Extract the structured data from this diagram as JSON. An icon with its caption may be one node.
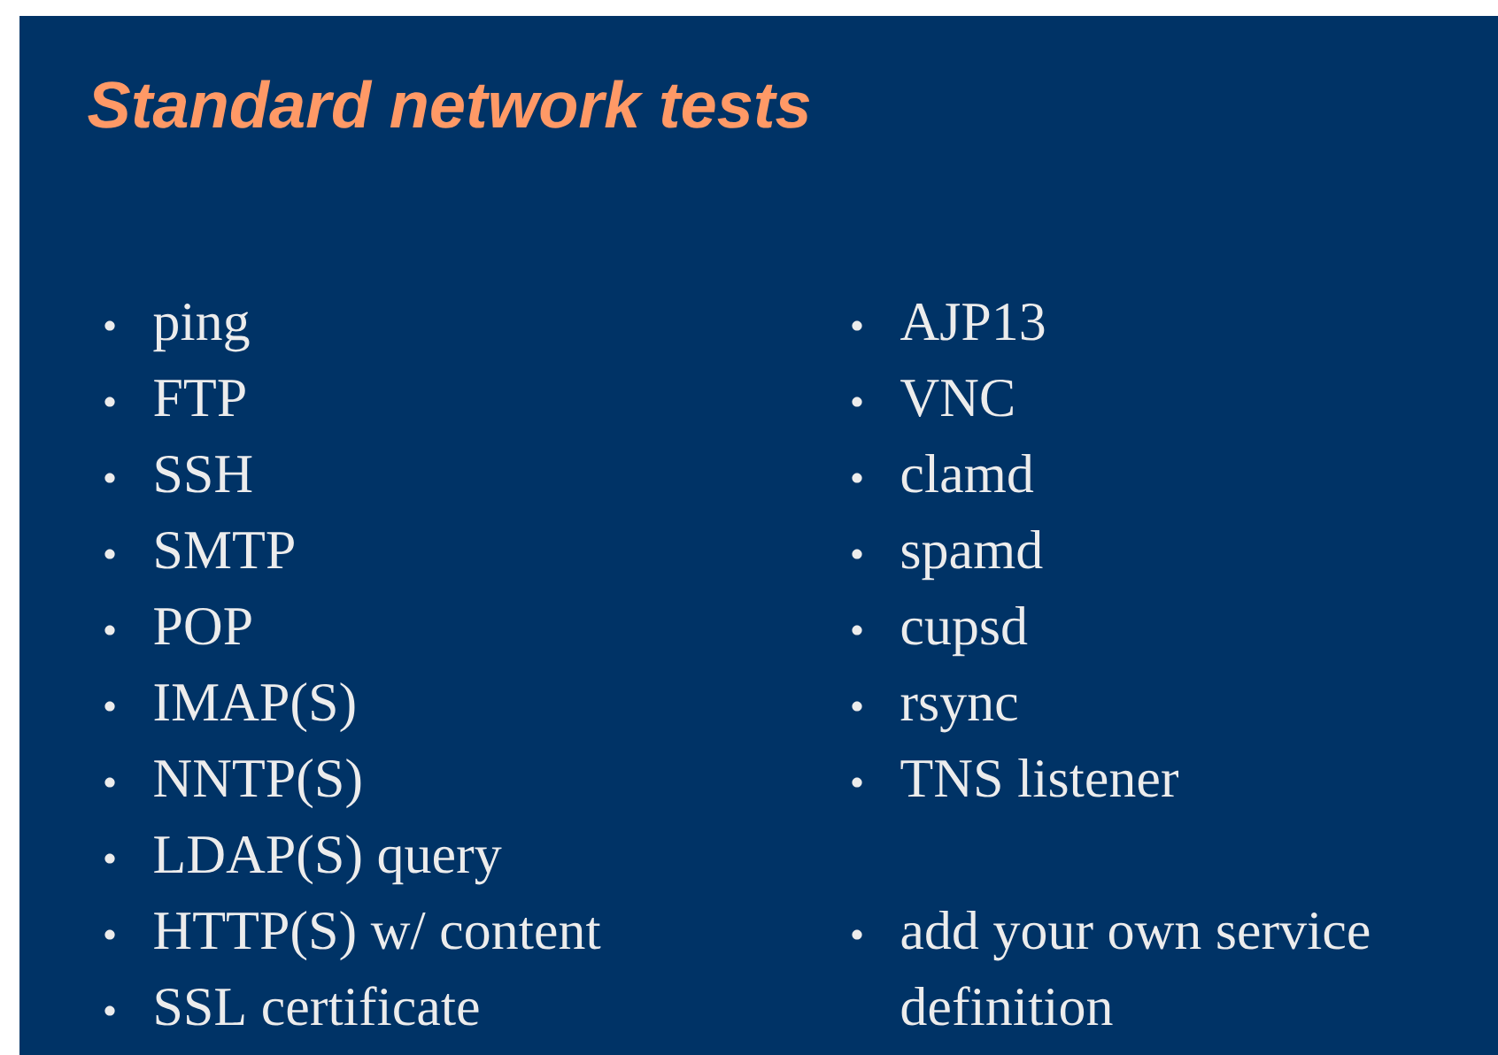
{
  "diagram": {
    "title": "Standard network tests",
    "labels": [
      "ping",
      "FTP",
      "SSH",
      "SMTP",
      "POP",
      "IMAP(S)",
      "NNTP(S)",
      "LDAP(S) query",
      "HTTP(S) w/ content",
      "SSL certificate",
      "AJP13",
      "VNC",
      "clamd",
      "spamd",
      "cupsd",
      "rsync",
      "TNS listener",
      "add your own service definition"
    ]
  }
}
